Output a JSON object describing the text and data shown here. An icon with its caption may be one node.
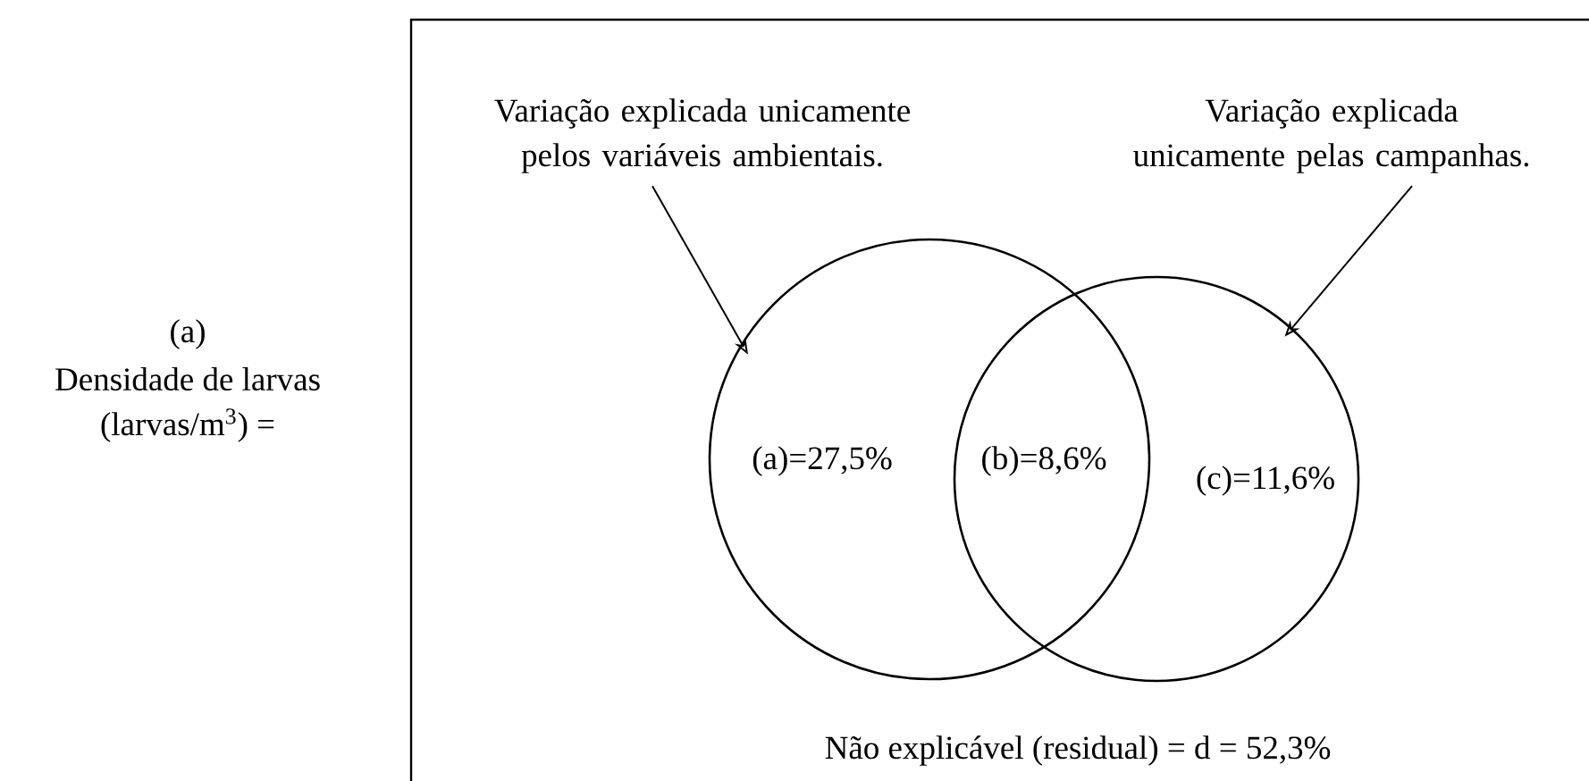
{
  "diagram": {
    "nodes": [
      {
        "text": [
          "Variação explicada unicamente pelos variáveis ambientais."
        ]
      },
      {
        "text": [
          "Variação explicada unicamente pelas campanhas."
        ]
      },
      {
        "text": [
          "(a)=27,5%"
        ]
      },
      {
        "text": [
          "(c)=11,6%"
        ]
      }
    ],
    "edges": [
      {
        "from": 0,
        "to": 2,
        "arrow": "to"
      },
      {
        "from": 1,
        "to": 3,
        "arrow": "to"
      }
    ],
    "labels": [
      "(a)",
      "Densidade de larvas",
      "(larvas/m$^{3}$) =",
      "(b)=8,6%",
      "Não explicável (residual) = d = 52,3%"
    ]
  }
}
